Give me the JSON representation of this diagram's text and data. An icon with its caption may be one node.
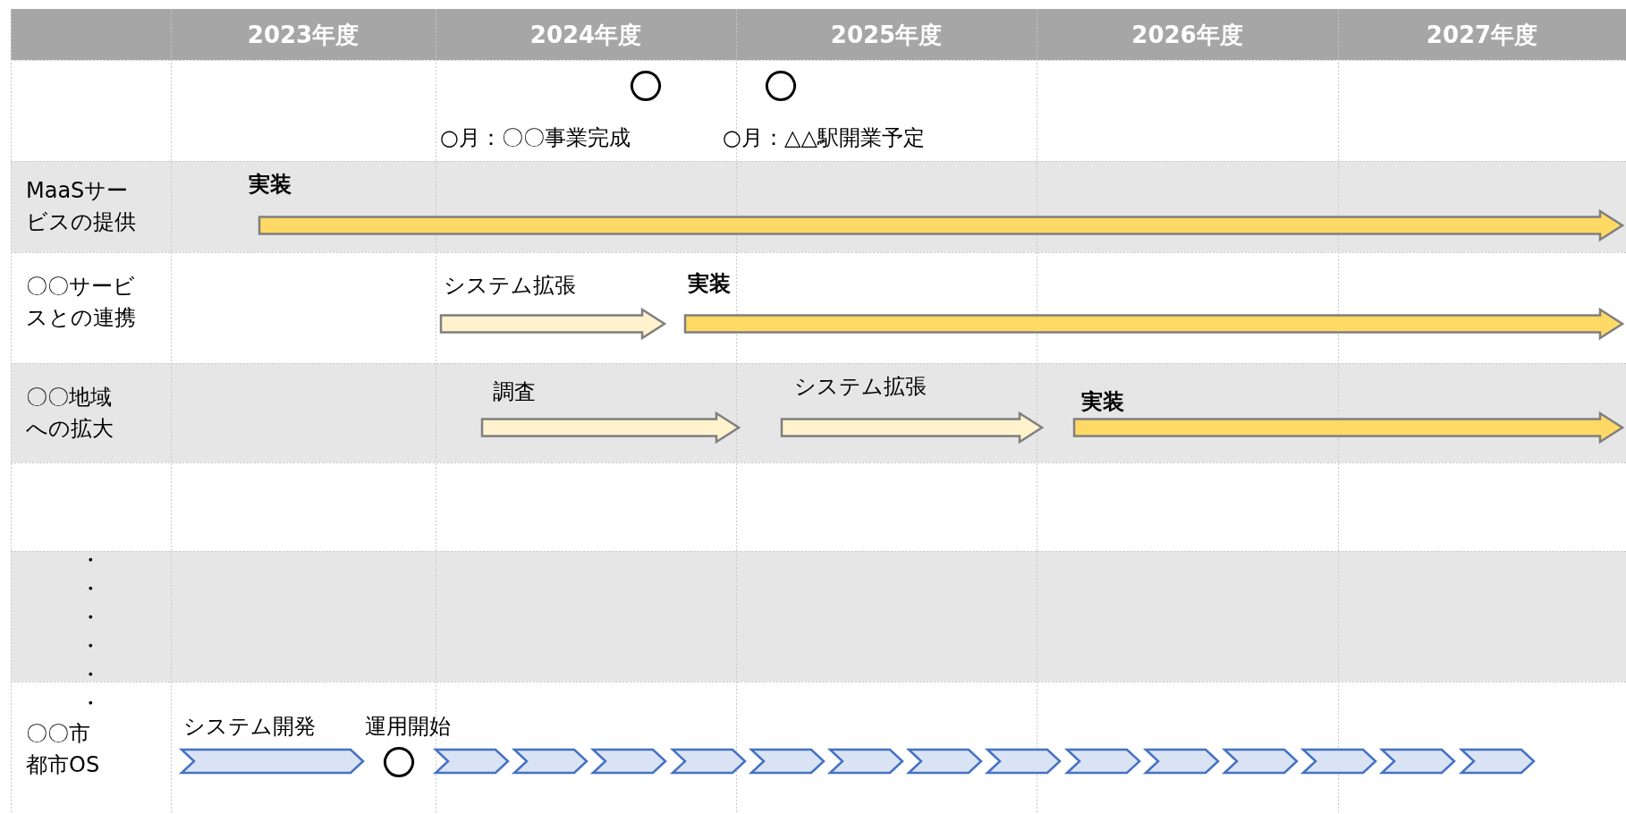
{
  "diagram": {
    "nodes": [
      {
        "text": [],
        "shape": "circle",
        "beside": [
          "○月：〇〇事業完成"
        ]
      },
      {
        "text": [],
        "shape": "circle",
        "beside": [
          "○月：△△駅開業予定"
        ]
      },
      {
        "text": [],
        "shape": "arrow",
        "beside": [
          "実装"
        ]
      },
      {
        "text": [],
        "shape": "arrow",
        "beside": [
          "システム拡張"
        ]
      },
      {
        "text": [],
        "shape": "arrow",
        "beside": [
          "実装"
        ]
      },
      {
        "text": [],
        "shape": "arrow",
        "beside": [
          "調査"
        ]
      },
      {
        "text": [],
        "shape": "arrow",
        "beside": [
          "システム拡張"
        ]
      },
      {
        "text": [],
        "shape": "arrow",
        "beside": [
          "実装"
        ]
      },
      {
        "text": [],
        "shape": "chevron",
        "beside": [
          "システム開発"
        ]
      },
      {
        "text": [],
        "shape": "circle",
        "beside": [
          "運用開始"
        ]
      },
      {
        "text": [],
        "shape": "chevron"
      },
      {
        "text": [],
        "shape": "chevron"
      },
      {
        "text": [],
        "shape": "chevron"
      },
      {
        "text": [],
        "shape": "chevron"
      },
      {
        "text": [],
        "shape": "chevron"
      },
      {
        "text": [],
        "shape": "chevron"
      },
      {
        "text": [],
        "shape": "chevron"
      },
      {
        "text": [],
        "shape": "chevron"
      },
      {
        "text": [],
        "shape": "chevron"
      },
      {
        "text": [],
        "shape": "chevron"
      },
      {
        "text": [],
        "shape": "chevron"
      },
      {
        "text": [],
        "shape": "chevron"
      },
      {
        "text": [],
        "shape": "chevron"
      },
      {
        "text": [],
        "shape": "chevron"
      }
    ],
    "labels": [
      "2023年度",
      "2024年度",
      "2025年度",
      "2026年度",
      "2027年度",
      "MaaSサービスの提供",
      "〇〇サービスとの連携",
      "〇〇地域への拡大",
      "・・・・・・",
      "〇〇市都市OS"
    ]
  }
}
